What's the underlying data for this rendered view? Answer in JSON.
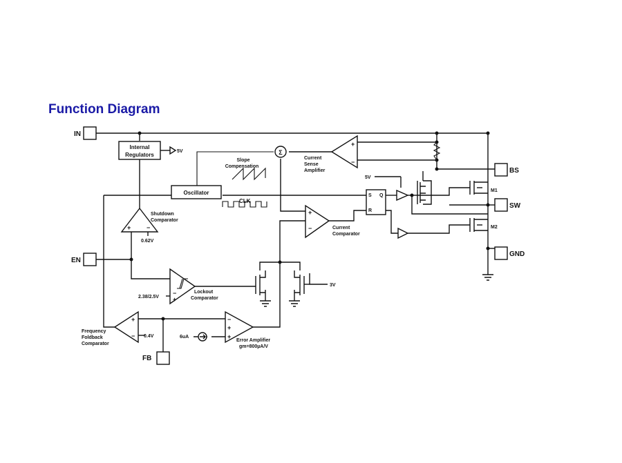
{
  "title": "Function Diagram",
  "pins": {
    "in": "IN",
    "en": "EN",
    "fb": "FB",
    "bs": "BS",
    "sw": "SW",
    "gnd": "GND"
  },
  "blocks": {
    "internal_regulators_line1": "Internal",
    "internal_regulators_line2": "Regulators",
    "oscillator": "Oscillator",
    "slope_line1": "Slope",
    "slope_line2": "Compensation",
    "current_sense_line1": "Current",
    "current_sense_line2": "Sense",
    "current_sense_line3": "Amplifier",
    "shutdown_line1": "Shutdown",
    "shutdown_line2": "Comparator",
    "current_comp_line1": "Current",
    "current_comp_line2": "Comparator",
    "lockout_line1": "Lockout",
    "lockout_line2": "Comparator",
    "freq_line1": "Frequency",
    "freq_line2": "Foldback",
    "freq_line3": "Comparator",
    "error_line1": "Error Amplifier",
    "error_line2": "gm=800µA/V",
    "clk": "CLK",
    "sigma": "Σ"
  },
  "values": {
    "v5_reg": "5V",
    "v5_drv": "5V",
    "v062": "0.62V",
    "v238": "2.38/2.5V",
    "v3": "3V",
    "v04": "0.4V",
    "i6ua": "6uA",
    "m1": "M1",
    "m2": "M2",
    "s": "S",
    "r": "R",
    "q": "Q"
  }
}
